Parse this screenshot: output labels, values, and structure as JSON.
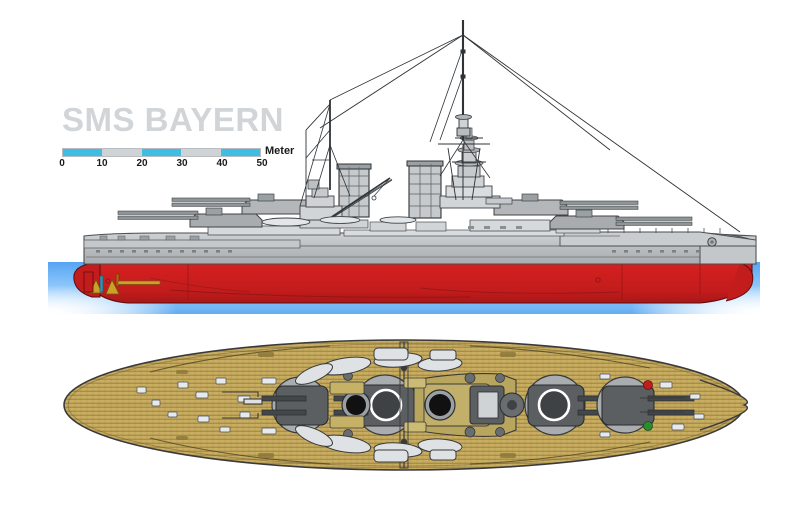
{
  "illustration": {
    "title": "SMS BAYERN",
    "subject": "battleship-profile-and-plan-view",
    "background_color": "#ffffff",
    "title_color": "#d2d5d8"
  },
  "scale": {
    "unit_label": "Meter",
    "ticks": [
      "0",
      "10",
      "20",
      "30",
      "40",
      "50"
    ],
    "min": 0,
    "max": 50,
    "bar_color_filled": "#3fbde3",
    "bar_color_empty": "#cfd3d6"
  },
  "views": {
    "profile": {
      "name": "side-elevation",
      "hull_upper_color": "#b8bcbf",
      "hull_lower_color": "#cc1f1f",
      "water_color": "#4fa8f5",
      "superstructure_color": "#d6d9db",
      "turret_color": "#9ea3a6",
      "mast_color": "#2b2b2b",
      "propeller_color": "#c9a227"
    },
    "plan": {
      "name": "deck-plan-top-view",
      "deck_color": "#c9ae62",
      "deck_plank_color": "#8f7a3c",
      "hull_outline_color": "#3a3a3a",
      "turret_color": "#5c5f62",
      "barbette_color": "#a9adb0",
      "boat_color": "#dfe2e4",
      "funnel_color": "#1a1a1a",
      "nav_light_starboard": "#2e8b2e",
      "nav_light_port": "#c01f1f"
    }
  },
  "armament": {
    "main_turrets": 4,
    "main_turret_guns_each": 2,
    "funnels": 2,
    "masts": 2
  }
}
